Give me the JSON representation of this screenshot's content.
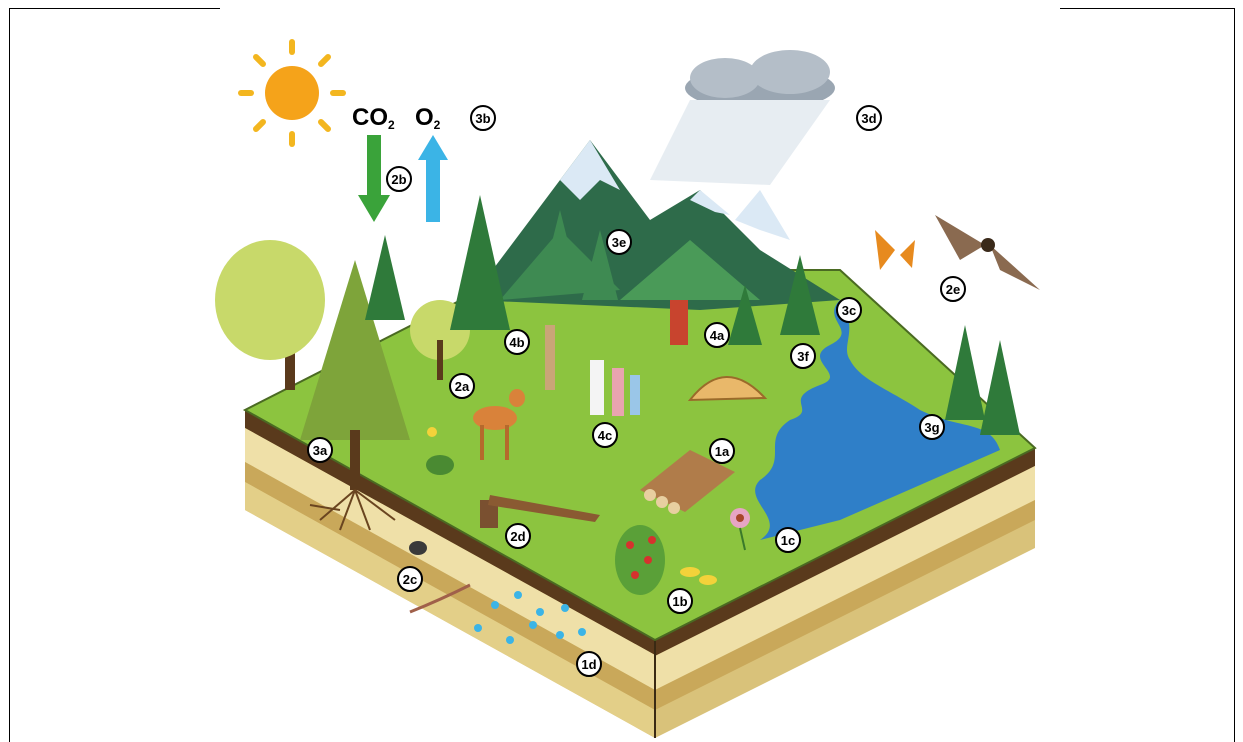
{
  "chemicals": {
    "co2_main": "CO",
    "co2_sub": "2",
    "o2_main": "O",
    "o2_sub": "2"
  },
  "markers": [
    {
      "id": "1a",
      "label": "1a"
    },
    {
      "id": "1b",
      "label": "1b"
    },
    {
      "id": "1c",
      "label": "1c"
    },
    {
      "id": "1d",
      "label": "1d"
    },
    {
      "id": "2a",
      "label": "2a"
    },
    {
      "id": "2b",
      "label": "2b"
    },
    {
      "id": "2c",
      "label": "2c"
    },
    {
      "id": "2d",
      "label": "2d"
    },
    {
      "id": "2e",
      "label": "2e"
    },
    {
      "id": "3a",
      "label": "3a"
    },
    {
      "id": "3b",
      "label": "3b"
    },
    {
      "id": "3c",
      "label": "3c"
    },
    {
      "id": "3d",
      "label": "3d"
    },
    {
      "id": "3e",
      "label": "3e"
    },
    {
      "id": "3f",
      "label": "3f"
    },
    {
      "id": "3g",
      "label": "3g"
    },
    {
      "id": "4a",
      "label": "4a"
    },
    {
      "id": "4b",
      "label": "4b"
    },
    {
      "id": "4c",
      "label": "4c"
    }
  ],
  "colors": {
    "grass": "#8cc43f",
    "soil_dark": "#5a3a1c",
    "soil_light": "#e9d79a",
    "soil_mid": "#c9a85a",
    "water": "#2f7fc8",
    "mountain": "#2e6b4a",
    "snow": "#dbe9f5",
    "sun": "#f5a31a",
    "co2_arrow": "#3aa33a",
    "o2_arrow": "#3bb4e6"
  }
}
